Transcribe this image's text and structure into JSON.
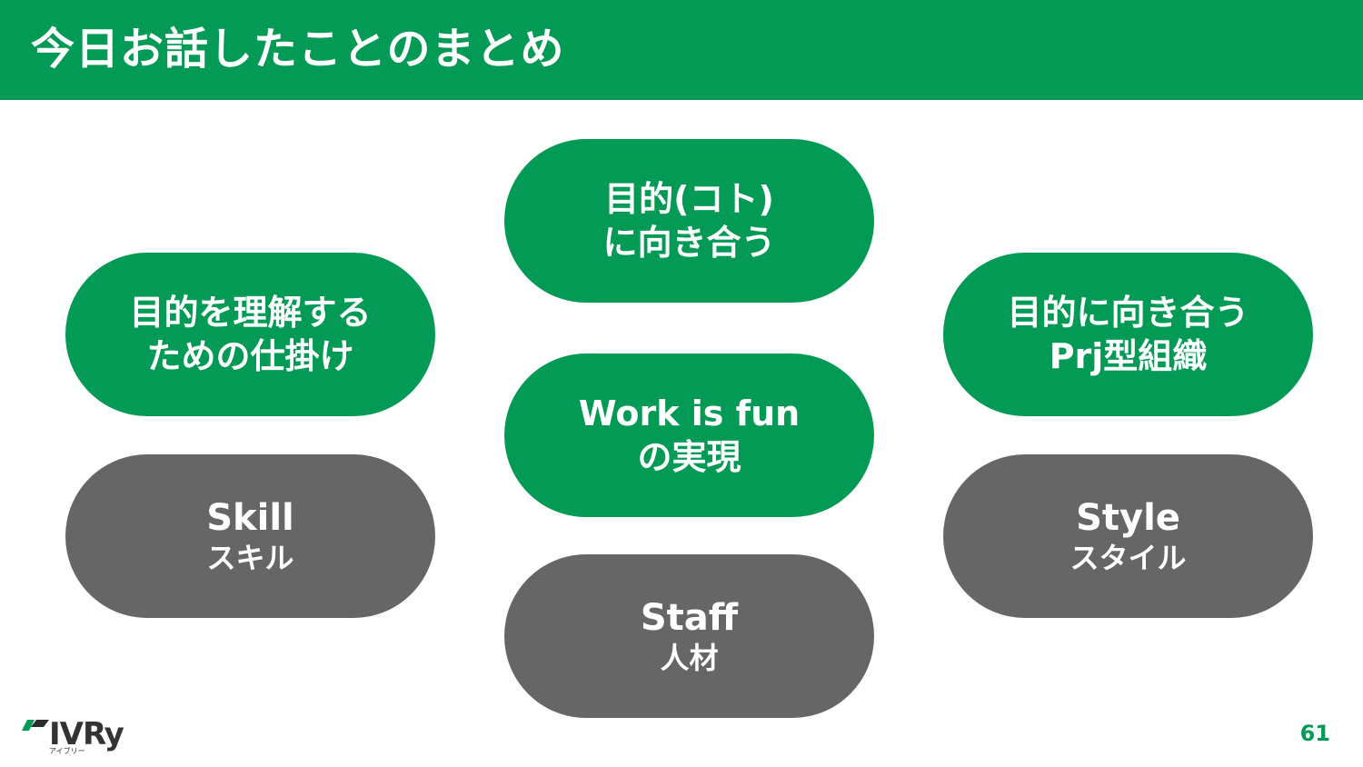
{
  "header": {
    "title": "今日お話したことのまとめ"
  },
  "pills": {
    "purpose_face": {
      "line1": "目的(コト)",
      "line2": "に向き合う"
    },
    "understand": {
      "line1": "目的を理解する",
      "line2": "ための仕掛け"
    },
    "project_org": {
      "line1": "目的に向き合う",
      "line2": "Prj型組織"
    },
    "work_is_fun": {
      "line1": "Work is fun",
      "line2": "の実現"
    },
    "skill": {
      "line1": "Skill",
      "line2": "スキル"
    },
    "style": {
      "line1": "Style",
      "line2": "スタイル"
    },
    "staff": {
      "line1": "Staff",
      "line2": "人材"
    }
  },
  "logo": {
    "text": "IVRy",
    "subtext": "アイブリー"
  },
  "page_number": "61",
  "colors": {
    "brand_green": "#039a55",
    "gray": "#666666"
  }
}
